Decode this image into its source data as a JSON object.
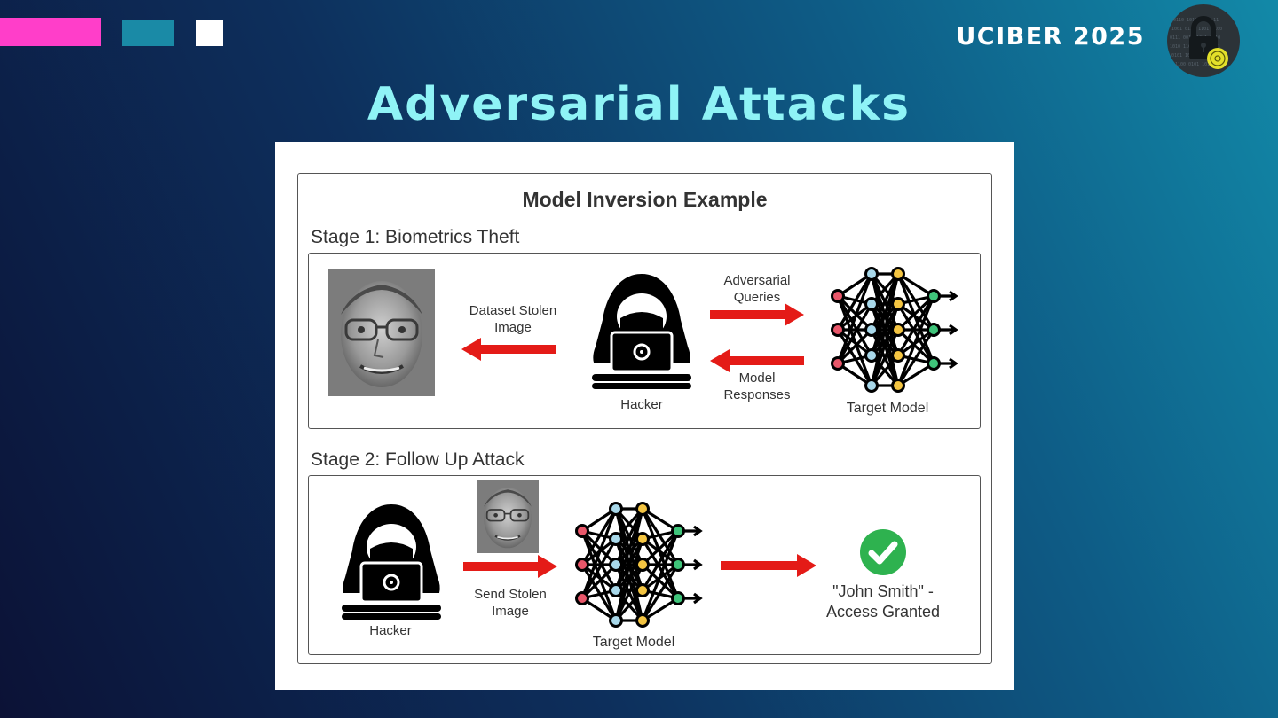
{
  "header": {
    "brand": "UCIBER 2025",
    "slide_title": "Adversarial Attacks"
  },
  "colors": {
    "pink": "#ff3ec9",
    "teal": "#1a8aa6",
    "title": "#8ff3f6",
    "arrow": "#e41b17",
    "check": "#2eb24f"
  },
  "diagram": {
    "title": "Model Inversion Example",
    "stage1": {
      "label": "Stage 1: Biometrics Theft",
      "arrow_stolen": "Dataset Stolen\nImage",
      "hacker": "Hacker",
      "arrow_queries": "Adversarial\nQueries",
      "arrow_responses": "Model\nResponses",
      "model": "Target Model"
    },
    "stage2": {
      "label": "Stage 2: Follow Up Attack",
      "hacker": "Hacker",
      "arrow_send": "Send Stolen\nImage",
      "model": "Target Model",
      "result": "\"John Smith\" -\nAccess Granted"
    }
  }
}
